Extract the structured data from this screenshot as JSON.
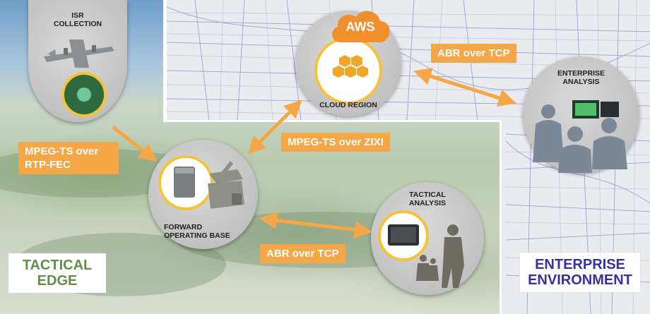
{
  "nodes": {
    "isr": {
      "title_line1": "ISR",
      "title_line2": "COLLECTION"
    },
    "cloud": {
      "title": "CLOUD REGION",
      "logo_text": "AWS"
    },
    "fob": {
      "title_line1": "FORWARD",
      "title_line2": "OPERATING BASE"
    },
    "tactical": {
      "title_line1": "TACTICAL",
      "title_line2": "ANALYSIS"
    },
    "enterprise": {
      "title_line1": "ENTERPRISE",
      "title_line2": "ANALYSIS"
    }
  },
  "links": {
    "isr_to_fob": {
      "line1": "MPEG-TS over",
      "line2": "RTP-FEC"
    },
    "fob_to_cloud": {
      "label": "MPEG-TS over ZIXI"
    },
    "cloud_to_enterprise": {
      "label": "ABR over TCP"
    },
    "fob_to_tactical": {
      "label": "ABR over TCP"
    }
  },
  "zones": {
    "tactical": {
      "line1": "TACTICAL",
      "line2": "EDGE"
    },
    "enterprise": {
      "line1": "ENTERPRISE",
      "line2": "ENVIRONMENT"
    }
  },
  "colors": {
    "accent_orange": "#f5a646",
    "aws_orange": "#f08f2b",
    "tactical_text": "#5f8f4a",
    "enterprise_text": "#3a2fa0",
    "highlight_ring": "#f5c33b"
  }
}
